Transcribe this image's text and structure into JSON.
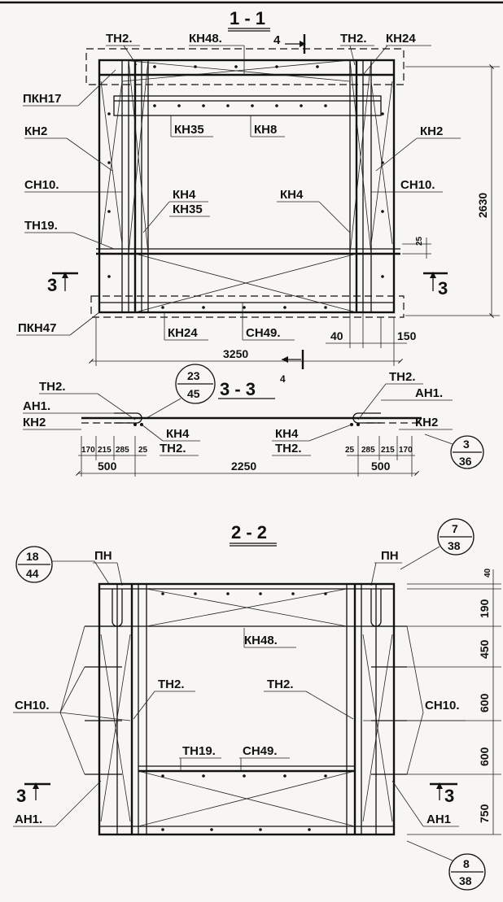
{
  "sections": {
    "s11": "1 - 1",
    "s33": "3 - 3",
    "s22": "2 - 2",
    "cut4": "4",
    "cut3": "3"
  },
  "s11_labels": {
    "tn2_left": "ТН2.",
    "kn48": "КН48.",
    "tn2_right": "ТН2.",
    "kn24_top": "КН24",
    "pkn17": "ПКН17",
    "kn35_top": "КН35",
    "kn8": "КН8",
    "kn2_left": "КН2",
    "kn2_right": "КН2",
    "cn10_left": "СН10.",
    "cn10_right": "СН10.",
    "kn4_left": "КН4",
    "kn35_mid": "КН35",
    "kn4_right": "КН4",
    "tn19": "ТН19.",
    "pkn47": "ПКН47",
    "kn24_bottom": "КН24",
    "cn49": "СН49."
  },
  "s11_dims": {
    "d2630": "2630",
    "d25": "25",
    "d40": "40",
    "d150": "150",
    "d3250": "3250"
  },
  "s33_labels": {
    "tn2_tl": "ТН2.",
    "an1_left": "АН1.",
    "kn2_left": "КН2",
    "kn4_left": "КН4",
    "tn2_bl": "ТН2.",
    "kn4_right": "КН4",
    "tn2_br": "ТН2.",
    "tn2_tr": "ТН2.",
    "an1_right": "АН1.",
    "kn2_right": "КН2"
  },
  "s33_dims": {
    "d170a": "170",
    "d215a": "215",
    "d285a": "285",
    "d25a": "25",
    "d25b": "25",
    "d285b": "285",
    "d215b": "215",
    "d170b": "170",
    "d500a": "500",
    "d2250": "2250",
    "d500b": "500"
  },
  "callouts": {
    "c1_top": "23",
    "c1_bot": "45",
    "c2_top": "3",
    "c2_bot": "36",
    "c3_top": "18",
    "c3_bot": "44",
    "c4_top": "7",
    "c4_bot": "38",
    "c5_top": "8",
    "c5_bot": "38"
  },
  "s22_labels": {
    "pn_left": "ПН",
    "pn_right": "ПН",
    "kn48": "КН48.",
    "tn2_left": "ТН2.",
    "tn2_right": "ТН2.",
    "cn10_left": "СН10.",
    "cn10_right": "СН10.",
    "tn19": "ТН19.",
    "cn49": "СН49.",
    "an1_left": "АН1.",
    "an1_right": "АН1"
  },
  "s22_dims": {
    "d40": "40",
    "d190": "190",
    "d450": "450",
    "d600a": "600",
    "d600b": "600",
    "d750": "750"
  }
}
